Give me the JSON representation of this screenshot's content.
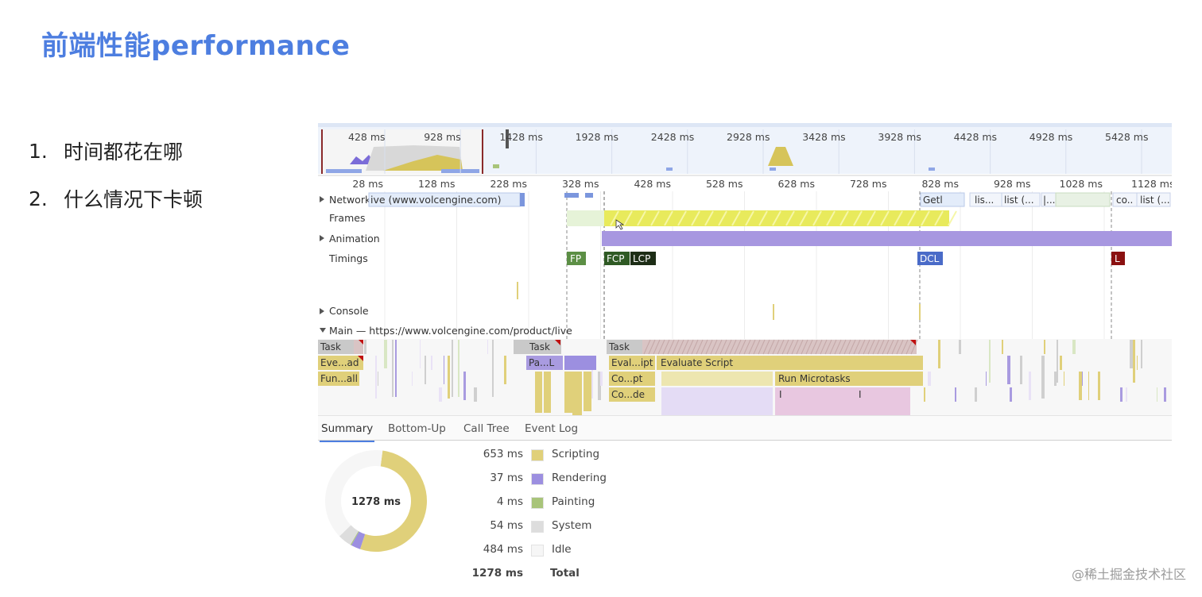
{
  "slide": {
    "title": "前端性能performance",
    "bullets": [
      {
        "num": "1.",
        "text": "时间都花在哪"
      },
      {
        "num": "2.",
        "text": "什么情况下卡顿"
      }
    ],
    "watermark": "@稀土掘金技术社区"
  },
  "overview": {
    "ticks": [
      "428 ms",
      "928 ms",
      "1428 ms",
      "1928 ms",
      "2428 ms",
      "2928 ms",
      "3428 ms",
      "3928 ms",
      "4428 ms",
      "4928 ms",
      "5428 ms"
    ]
  },
  "ruler": {
    "ticks": [
      "28 ms",
      "128 ms",
      "228 ms",
      "328 ms",
      "428 ms",
      "528 ms",
      "628 ms",
      "728 ms",
      "828 ms",
      "928 ms",
      "1028 ms",
      "1128 ms"
    ]
  },
  "tracks": {
    "network": "Network",
    "network_req": "ive (www.volcengine.com)",
    "network_labels": [
      "Getl",
      "lis...",
      "list (...",
      "|...",
      "co..",
      "list (..."
    ],
    "frames": "Frames",
    "animation": "Animation",
    "timings": "Timings",
    "timing_markers": [
      "FP",
      "FCP",
      "LCP",
      "DCL",
      "L"
    ],
    "console": "Console",
    "main": "Main — https://www.volcengine.com/product/live"
  },
  "flame": {
    "task1": "Task",
    "eve": "Eve...ad",
    "fun": "Fun...all",
    "task2": "Task",
    "pal": "Pa...L",
    "task3": "Task",
    "evalipt": "Eval...ipt",
    "evaluate": "Evaluate Script",
    "copt": "Co...pt",
    "microtasks": "Run Microtasks",
    "code": "Co...de",
    "bar1": "I",
    "bar2": "I"
  },
  "summary": {
    "tabs": [
      "Summary",
      "Bottom-Up",
      "Call Tree",
      "Event Log"
    ],
    "active_tab": "Summary",
    "total_label": "1278 ms",
    "rows": [
      {
        "value": "653 ms",
        "label": "Scripting",
        "color": "#e0d07a"
      },
      {
        "value": "37 ms",
        "label": "Rendering",
        "color": "#9c8fe0"
      },
      {
        "value": "4 ms",
        "label": "Painting",
        "color": "#a8c47a"
      },
      {
        "value": "54 ms",
        "label": "System",
        "color": "#dddddd"
      },
      {
        "value": "484 ms",
        "label": "Idle",
        "color": "#f6f6f6"
      }
    ],
    "total_row": {
      "value": "1278 ms",
      "label": "Total"
    }
  }
}
